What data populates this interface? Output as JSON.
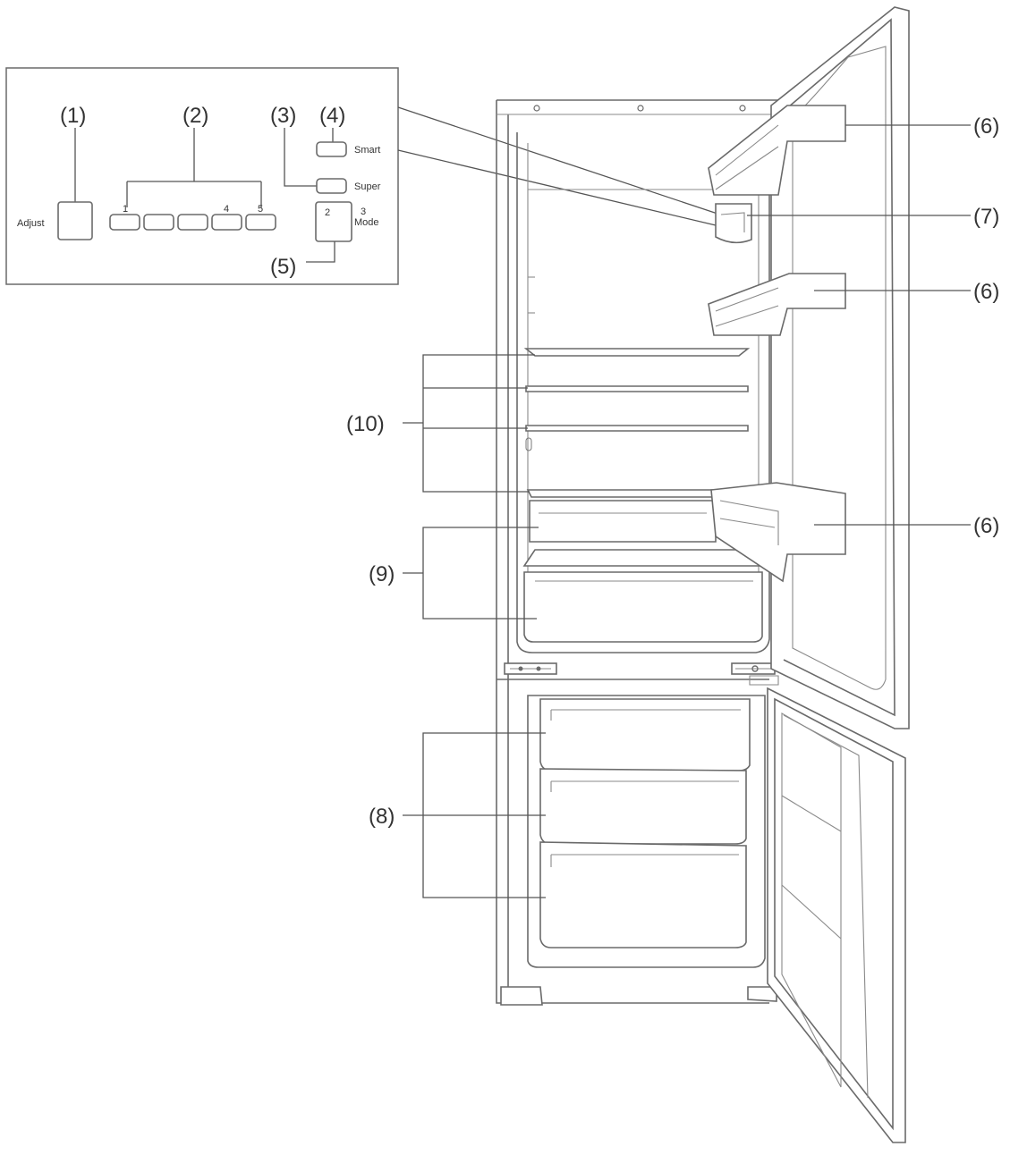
{
  "callouts": {
    "c1": "(1)",
    "c2": "(2)",
    "c3": "(3)",
    "c4": "(4)",
    "c5": "(5)",
    "c6a": "(6)",
    "c6b": "(6)",
    "c6c": "(6)",
    "c7": "(7)",
    "c8": "(8)",
    "c9": "(9)",
    "c10": "(10)"
  },
  "panel": {
    "adjust": "Adjust",
    "key1": "1",
    "key4": "4",
    "key5": "5",
    "key2": "2",
    "key3": "3",
    "mode": "Mode",
    "smart": "Smart",
    "super": "Super"
  }
}
